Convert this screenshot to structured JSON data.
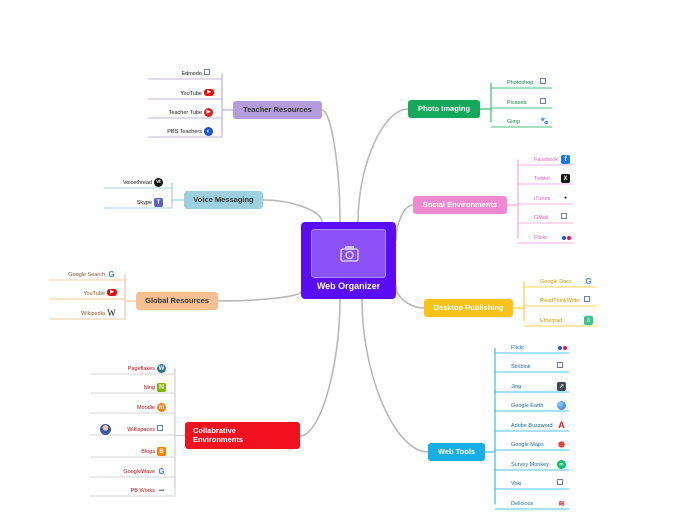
{
  "center": {
    "title": "Web Organizer",
    "icon": "camera-icon"
  },
  "colors": {
    "center": "#5a0df5",
    "teacher": "#b39ddb",
    "voice": "#9ecfdf",
    "global": "#f8c090",
    "collab": "#f0101e",
    "photo": "#14a85a",
    "social": "#f08ad0",
    "desktop": "#f8c218",
    "webtools": "#17aee8"
  },
  "branches": {
    "teacher": {
      "label": "Teacher Resources",
      "leaves": [
        {
          "label": "Edmodo",
          "icon": "external-link-icon"
        },
        {
          "label": "YouTube",
          "icon": "youtube-icon"
        },
        {
          "label": "Teacher Tube",
          "icon": "teachertube-icon"
        },
        {
          "label": "PBS Teachers",
          "icon": "pbs-icon"
        }
      ]
    },
    "voice": {
      "label": "Voice Messaging",
      "leaves": [
        {
          "label": "Voicethread",
          "icon": "voicethread-icon"
        },
        {
          "label": "Skype",
          "icon": "teams-icon"
        }
      ]
    },
    "global": {
      "label": "Global Resources",
      "leaves": [
        {
          "label": "Google Search",
          "icon": "google-icon"
        },
        {
          "label": "YouTube",
          "icon": "youtube-icon"
        },
        {
          "label": "Wikipedia",
          "icon": "wikipedia-icon"
        }
      ]
    },
    "collab": {
      "label": "Collabrative Environments",
      "leaves": [
        {
          "label": "Pageflakes",
          "icon": "wordpress-icon"
        },
        {
          "label": "Ning",
          "icon": "ning-icon"
        },
        {
          "label": "Moodle",
          "icon": "moodle-icon"
        },
        {
          "label": "Wikispaces",
          "icon": "external-link-icon"
        },
        {
          "label": "Blogs",
          "icon": "blogger-icon"
        },
        {
          "label": "GoogleWave",
          "icon": "google-icon"
        },
        {
          "label": "PB Works",
          "icon": "pbworks-icon"
        }
      ]
    },
    "photo": {
      "label": "Photo Imaging",
      "leaves": [
        {
          "label": "Photoshop",
          "icon": "external-link-icon"
        },
        {
          "label": "Picasea",
          "icon": "external-link-icon"
        },
        {
          "label": "Gimp",
          "icon": "gimp-icon"
        }
      ]
    },
    "social": {
      "label": "Social Environments",
      "leaves": [
        {
          "label": "Facebook",
          "icon": "facebook-icon"
        },
        {
          "label": "Twitter",
          "icon": "x-twitter-icon"
        },
        {
          "label": "iTunes",
          "icon": "apple-icon"
        },
        {
          "label": "GMail",
          "icon": "external-link-icon"
        },
        {
          "label": "Flickr",
          "icon": "flickr-icon"
        }
      ]
    },
    "desktop": {
      "label": "Desktop Publishing",
      "leaves": [
        {
          "label": "Google Docs",
          "icon": "google-icon"
        },
        {
          "label": "ReadThinkWrite",
          "icon": "external-link-icon"
        },
        {
          "label": "Etherpad",
          "icon": "etherpad-icon"
        }
      ]
    },
    "webtools": {
      "label": "Web Tools",
      "leaves": [
        {
          "label": "Flickr",
          "icon": "flickr-icon"
        },
        {
          "label": "Scribink",
          "icon": "external-link-icon"
        },
        {
          "label": "Jing",
          "icon": "jing-icon"
        },
        {
          "label": "Google Earth",
          "icon": "google-earth-icon"
        },
        {
          "label": "Adobe Buzzword",
          "icon": "adobe-icon"
        },
        {
          "label": "Google Maps",
          "icon": "google-maps-icon"
        },
        {
          "label": "Survey Monkey",
          "icon": "surveymonkey-icon"
        },
        {
          "label": "Voki",
          "icon": "external-link-icon"
        },
        {
          "label": "Delicious",
          "icon": "delicious-icon"
        }
      ]
    }
  }
}
